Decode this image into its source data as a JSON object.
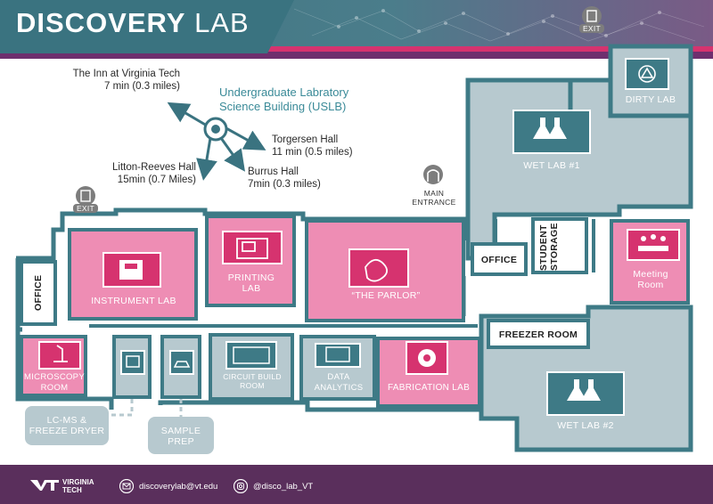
{
  "header": {
    "title_bold": "DISCOVERY",
    "title_light": "LAB"
  },
  "building": {
    "name_line1": "Undergraduate Labratory",
    "name_line2": "Science Building (USLB)"
  },
  "destinations": [
    {
      "name": "The Inn at Virginia Tech",
      "time": "7 min (0.3 miles)"
    },
    {
      "name": "Torgersen Hall",
      "time": "11 min (0.5 miles)"
    },
    {
      "name": "Litton-Reeves Hall",
      "time": "15min (0.7 Miles)"
    },
    {
      "name": "Burrus Hall",
      "time": "7min (0.3 miles)"
    }
  ],
  "rooms": {
    "dirty_lab": "DIRTY LAB",
    "wet_lab_1": "WET LAB #1",
    "office_right": "OFFICE",
    "student_storage_1": "STUDENT",
    "student_storage_2": "STORAGE",
    "meeting_room_1": "Meeting",
    "meeting_room_2": "Room",
    "office_left": "OFFICE",
    "instrument_lab": "INSTRUMENT LAB",
    "printing_lab_1": "PRINTING",
    "printing_lab_2": "LAB",
    "the_parlor": "“THE PARLOR”",
    "freezer_room": "FREEZER ROOM",
    "microscopy_room_1": "MICROSCOPY",
    "microscopy_room_2": "ROOM",
    "circuit_build_1": "CIRCUIT BUILD",
    "circuit_build_2": "ROOM",
    "data_analytics_1": "DATA",
    "data_analytics_2": "ANALYTICS",
    "fabrication_lab": "FABRICATION LAB",
    "wet_lab_2": "WET LAB #2",
    "lcms_1": "LC-MS &",
    "lcms_2": "FREEZE DRYER",
    "sample_prep_1": "SAMPLE",
    "sample_prep_2": "PREP"
  },
  "markers": {
    "exit": "EXIT",
    "main_entrance_1": "MAIN",
    "main_entrance_2": "ENTRANCE"
  },
  "footer": {
    "logo_line1": "VIRGINIA",
    "logo_line2": "TECH",
    "email": "discoverylab@vt.edu",
    "instagram": "@disco_lab_VT"
  },
  "colors": {
    "teal": "#3e7a86",
    "gray_blue": "#b7c9cf",
    "pink": "#ee8db4",
    "magenta": "#d6336f",
    "footer": "#5a2f5c"
  }
}
